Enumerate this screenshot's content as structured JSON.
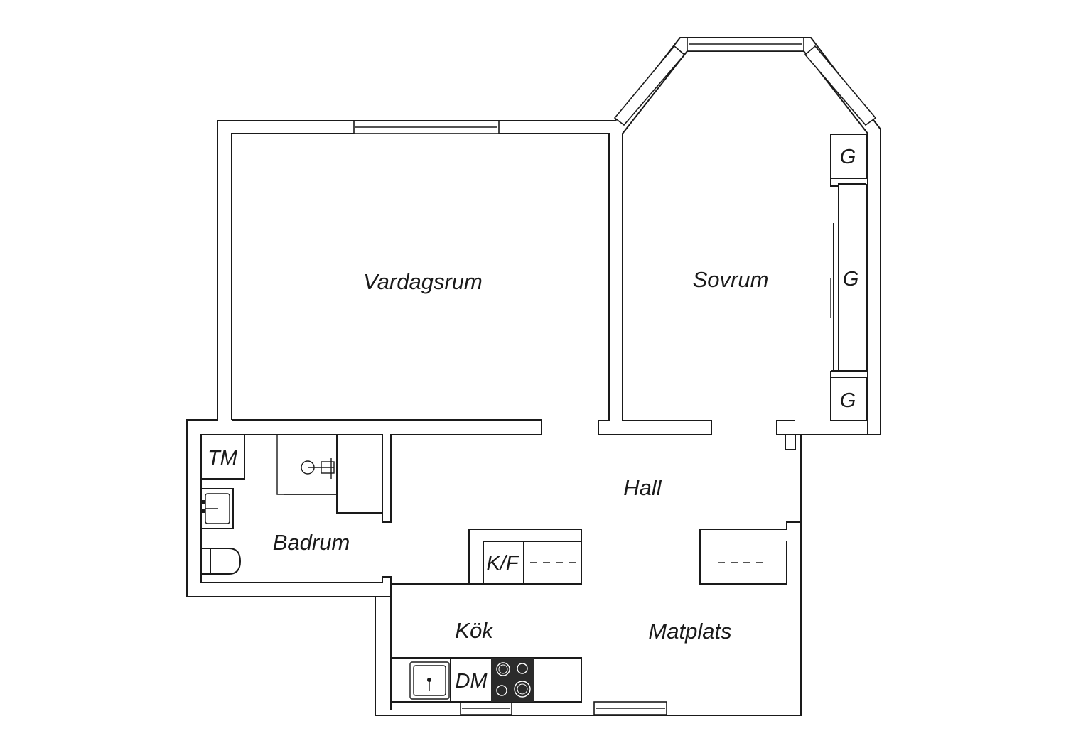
{
  "rooms": {
    "vardagsrum": "Vardagsrum",
    "sovrum": "Sovrum",
    "hall": "Hall",
    "badrum": "Badrum",
    "kok": "Kök",
    "matplats": "Matplats"
  },
  "fixtures": {
    "wardrobe_label": "G",
    "washing_machine": "TM",
    "fridge_freezer": "K/F",
    "dishwasher": "DM"
  },
  "colors": {
    "wall_line": "#1a1a1a",
    "background": "#ffffff",
    "hob": "#2b2b2b"
  }
}
